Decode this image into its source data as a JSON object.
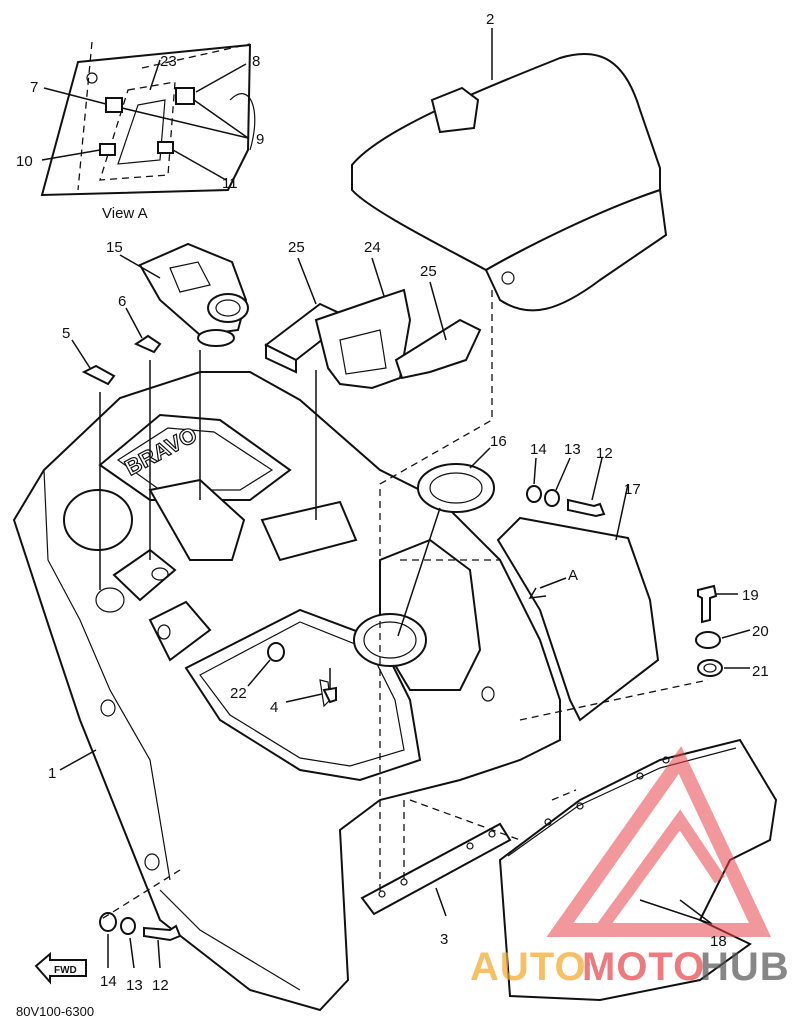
{
  "diagram": {
    "view_label": "View A",
    "arrow_label": "A",
    "fwd_label": "FWD",
    "code": "80V100-6300",
    "callouts": {
      "p1": "1",
      "p2": "2",
      "p3": "3",
      "p4": "4",
      "p5": "5",
      "p6": "6",
      "p7": "7",
      "p8": "8",
      "p9": "9",
      "p10": "10",
      "p11": "11",
      "p12a": "12",
      "p12b": "12",
      "p13a": "13",
      "p13b": "13",
      "p14a": "14",
      "p14b": "14",
      "p15": "15",
      "p16": "16",
      "p17": "17",
      "p18": "18",
      "p19": "19",
      "p20": "20",
      "p21": "21",
      "p22": "22",
      "p23": "23",
      "p24": "24",
      "p25a": "25",
      "p25b": "25"
    },
    "embossed_text": "BRAVO",
    "watermark": {
      "part1": "AUTO",
      "part2": "MOTO",
      "part3": "HUB",
      "color_main": "#f5a623",
      "color_accent": "#e8434a"
    }
  }
}
